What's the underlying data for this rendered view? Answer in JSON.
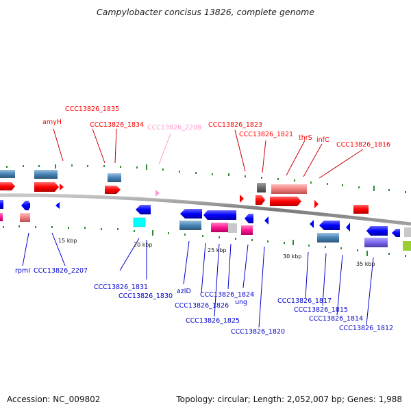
{
  "title": "Campylobacter concisus 13826, complete genome",
  "footer": {
    "accession": "Accession: NC_009802",
    "topology": "Topology: circular; Length: 2,052,007 bp; Genes: 1,988"
  },
  "colors": {
    "forward_red": "#ff0000",
    "forward_pink": "#f08080",
    "forward_light_pink": "#ff99cc",
    "reverse_blue": "#0000ff",
    "steel_blue": "#4682b4",
    "magenta": "#ff1493",
    "cyan": "#00ffff",
    "purple": "#7b68ee",
    "grey": "#696969",
    "tick_green": "#2e8b2e",
    "backbone": "#808080"
  },
  "scale_labels": [
    "15 kbp",
    "20 kbp",
    "25 kbp",
    "30 kbp",
    "35 kbp"
  ],
  "forward_labels": [
    {
      "text": "CCC13826_1835",
      "color": "#ff0000"
    },
    {
      "text": "amyH",
      "color": "#ff0000"
    },
    {
      "text": "CCC13826_1834",
      "color": "#ff0000"
    },
    {
      "text": "CCC13826_2208",
      "color": "#ff99cc"
    },
    {
      "text": "CCC13826_1823",
      "color": "#ff0000"
    },
    {
      "text": "CCC13826_1821",
      "color": "#ff0000"
    },
    {
      "text": "thrS",
      "color": "#ff0000"
    },
    {
      "text": "infC",
      "color": "#ff0000"
    },
    {
      "text": "CCC13826_1816",
      "color": "#ff0000"
    }
  ],
  "reverse_labels": [
    {
      "text": "rpmI",
      "color": "#0000cc"
    },
    {
      "text": "CCC13826_2207",
      "color": "#0000cc"
    },
    {
      "text": "CCC13826_1831",
      "color": "#0000cc"
    },
    {
      "text": "CCC13826_1830",
      "color": "#0000cc"
    },
    {
      "text": "azlD",
      "color": "#0000cc"
    },
    {
      "text": "CCC13826_1826",
      "color": "#0000cc"
    },
    {
      "text": "CCC13826_1824",
      "color": "#0000cc"
    },
    {
      "text": "ung",
      "color": "#0000cc"
    },
    {
      "text": "CCC13826_1825",
      "color": "#0000cc"
    },
    {
      "text": "CCC13826_1820",
      "color": "#0000cc"
    },
    {
      "text": "CCC13826_1817",
      "color": "#0000cc"
    },
    {
      "text": "CCC13826_1815",
      "color": "#0000cc"
    },
    {
      "text": "CCC13826_1814",
      "color": "#0000cc"
    },
    {
      "text": "CCC13826_1812",
      "color": "#0000cc"
    }
  ]
}
